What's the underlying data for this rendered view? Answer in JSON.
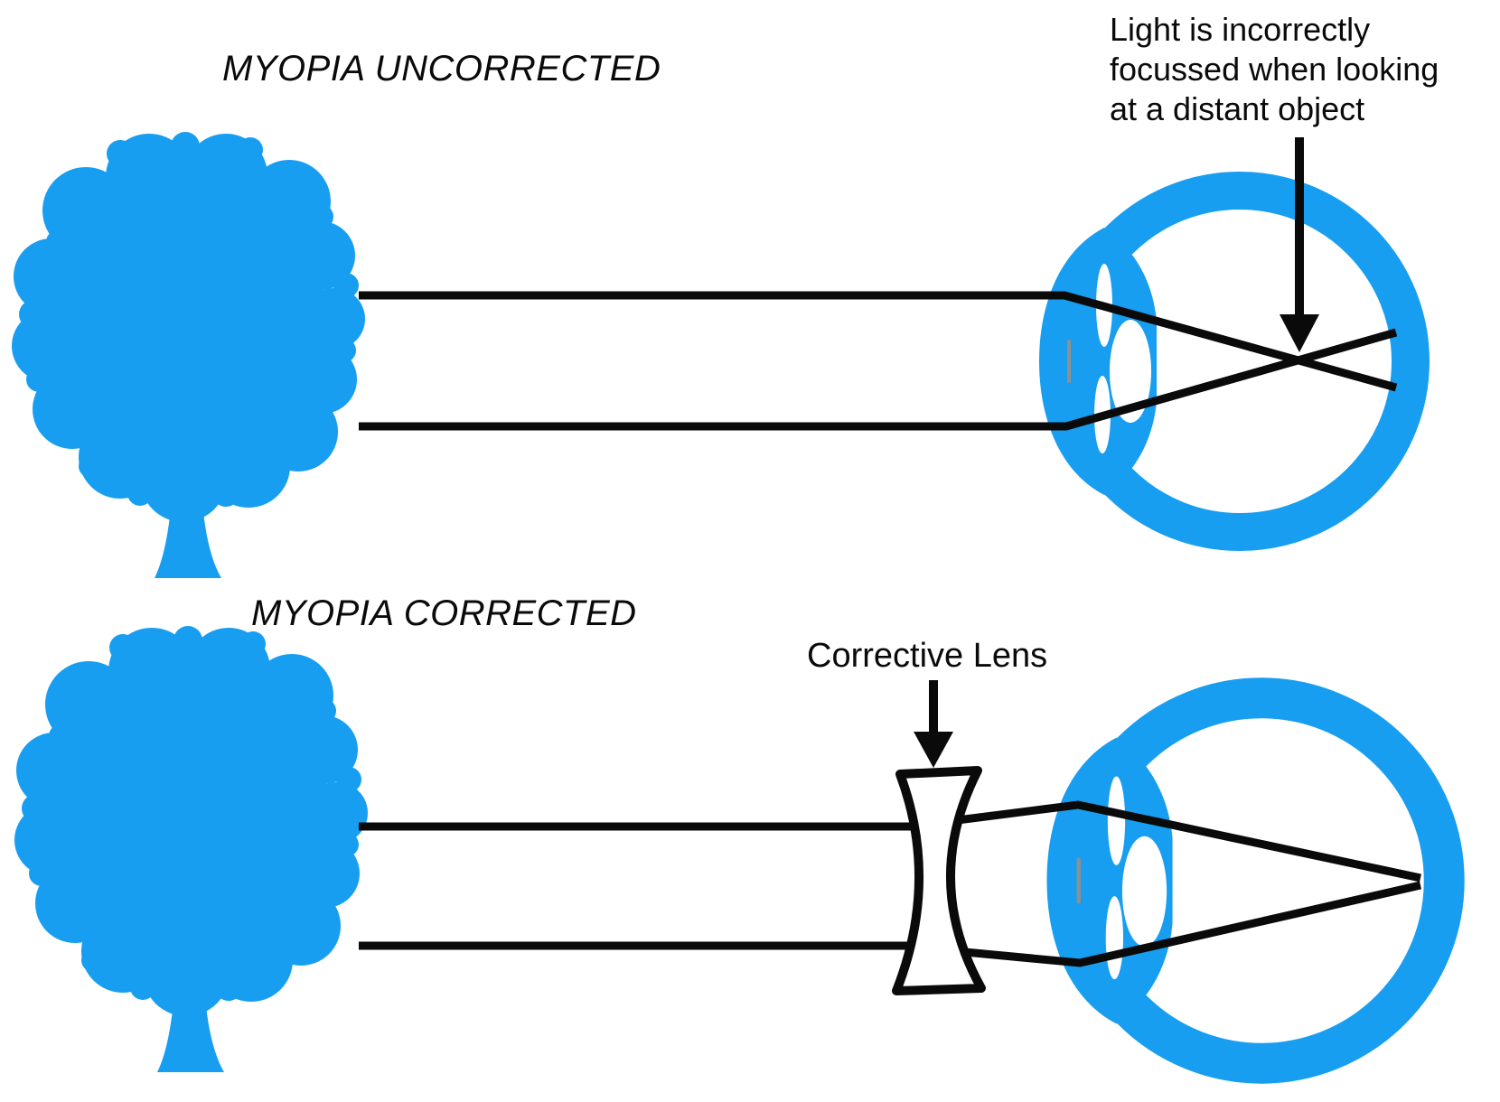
{
  "colors": {
    "blue": "#189EF0",
    "ink": "#0a0a0a",
    "gray": "#8f8f8f",
    "background": "#ffffff"
  },
  "sections": {
    "uncorrected": {
      "title": "MYOPIA UNCORRECTED",
      "annotation_lines": [
        "Light is incorrectly",
        "focussed when looking",
        "at a distant object"
      ]
    },
    "corrected": {
      "title": "MYOPIA CORRECTED",
      "lens_label": "Corrective Lens"
    }
  }
}
